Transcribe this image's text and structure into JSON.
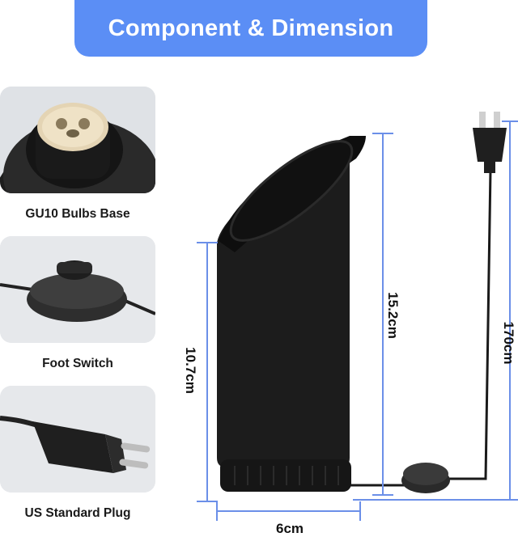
{
  "banner": {
    "title": "Component & Dimension"
  },
  "components": [
    {
      "label": "GU10 Bulbs Base",
      "icon": "gu10-socket"
    },
    {
      "label": "Foot Switch",
      "icon": "foot-switch"
    },
    {
      "label": "US Standard Plug",
      "icon": "two-pin-plug"
    }
  ],
  "dimensions": {
    "lamp_height": "15.2cm",
    "body_height": "10.7cm",
    "width": "6cm",
    "cord_length": "170cm"
  },
  "colors": {
    "accent": "#5b8ef5",
    "dimension_line": "#6b8fe8",
    "product": "#1c1c1c"
  }
}
